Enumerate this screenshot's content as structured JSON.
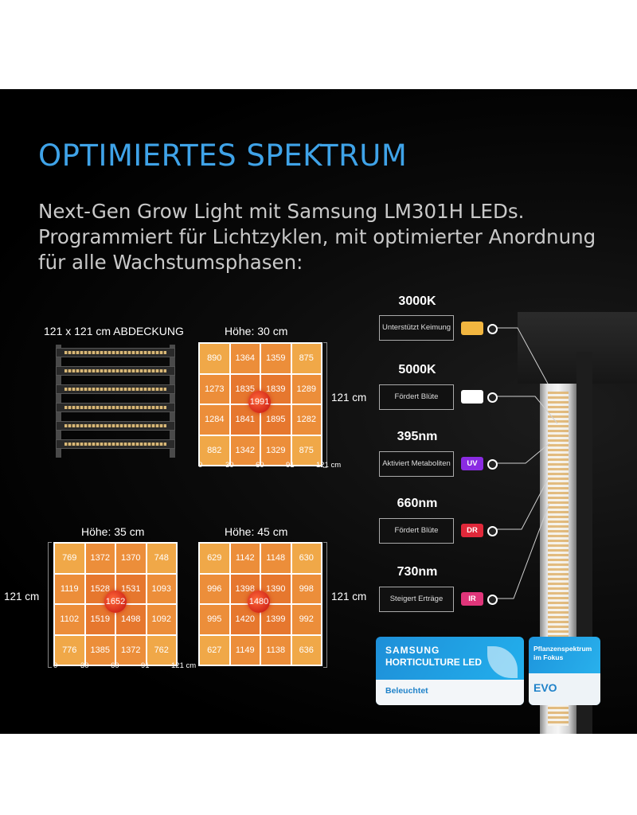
{
  "title": "OPTIMIERTES SPEKTRUM",
  "subtitle": "Next-Gen Grow Light mit Samsung LM301H LEDs. Programmiert für Lichtzyklen, mit optimierter Anordnung für alle Wachstumsphasen:",
  "coverage_label": "121 x 121 cm ABDECKUNG",
  "maps": [
    {
      "height_label": "Höhe: 30 cm",
      "values": [
        "890",
        "1364",
        "1359",
        "875",
        "1273",
        "1835",
        "1839",
        "1289",
        "1284",
        "1841",
        "1895",
        "1282",
        "882",
        "1342",
        "1329",
        "875"
      ],
      "center": "1991",
      "side_label": "121 cm"
    },
    {
      "height_label": "Höhe: 35 cm",
      "values": [
        "769",
        "1372",
        "1370",
        "748",
        "1119",
        "1528",
        "1531",
        "1093",
        "1102",
        "1519",
        "1498",
        "1092",
        "776",
        "1385",
        "1372",
        "762"
      ],
      "center": "1652",
      "side_label": "121 cm"
    },
    {
      "height_label": "Höhe: 45 cm",
      "values": [
        "629",
        "1142",
        "1148",
        "630",
        "996",
        "1398",
        "1390",
        "998",
        "995",
        "1420",
        "1399",
        "992",
        "627",
        "1149",
        "1138",
        "636"
      ],
      "center": "1480",
      "side_label": "121 cm"
    }
  ],
  "axis_ticks": [
    "0",
    "30",
    "60",
    "91",
    "121 cm"
  ],
  "spectrum": [
    {
      "name": "3000K",
      "desc": "Unterstützt Keimung",
      "chip": "",
      "color": "#f2b640"
    },
    {
      "name": "5000K",
      "desc": "Fördert Blüte",
      "chip": "",
      "color": "#ffffff"
    },
    {
      "name": "395nm",
      "desc": "Aktiviert Metaboliten",
      "chip": "UV",
      "color": "#8a2be2"
    },
    {
      "name": "660nm",
      "desc": "Fördert Blüte",
      "chip": "DR",
      "color": "#e0283a"
    },
    {
      "name": "730nm",
      "desc": "Steigert Erträge",
      "chip": "IR",
      "color": "#e0357a"
    }
  ],
  "badge_samsung": {
    "line1": "SAMSUNG",
    "line2": "HORTICULTURE LED",
    "line3": "Beleuchtet"
  },
  "badge_evo": {
    "line1": "Pflanzenspektrum im Fokus",
    "line2": "EVO"
  }
}
